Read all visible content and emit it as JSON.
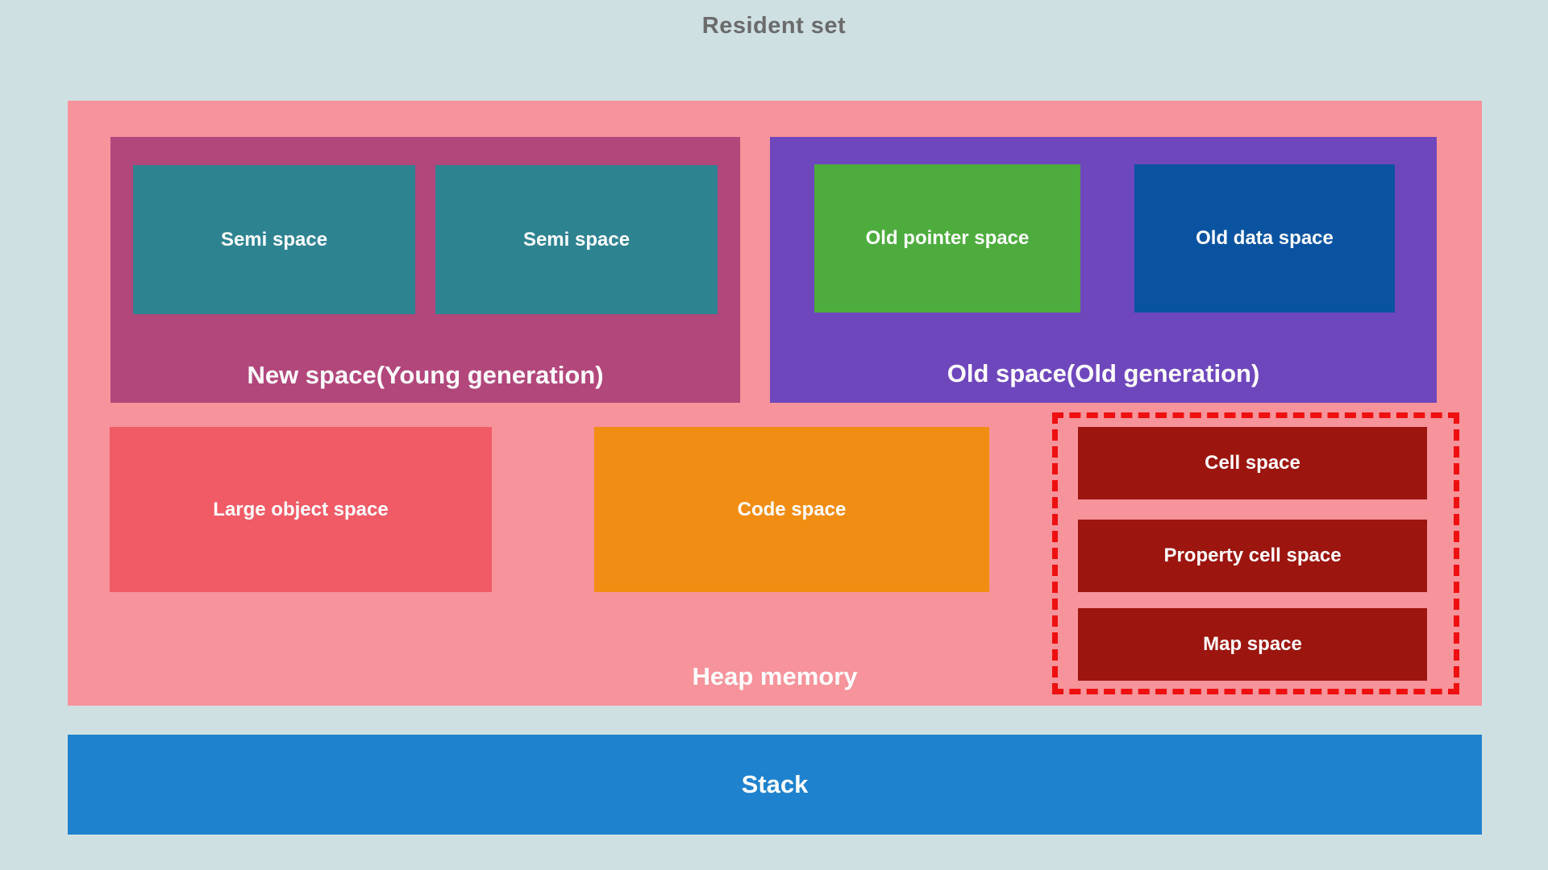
{
  "title": "Resident set",
  "heap": {
    "label": "Heap memory",
    "new_space": {
      "label": "New space(Young generation)",
      "semi_spaces": [
        "Semi space",
        "Semi space"
      ]
    },
    "old_space": {
      "label": "Old space(Old generation)",
      "old_pointer_space": "Old pointer space",
      "old_data_space": "Old data space"
    },
    "large_object_space": "Large object space",
    "code_space": "Code space",
    "cell_group": [
      "Cell space",
      "Property cell space",
      "Map space"
    ]
  },
  "stack": "Stack",
  "colors": {
    "background": "#CFE0E3",
    "title_text": "#6B6B6B",
    "heap": "#F6939B",
    "new_space": "#B2477C",
    "semi_space": "#2E8391",
    "old_space": "#6F47BC",
    "old_pointer_space": "#4EAC3E",
    "old_data_space": "#0A53A0",
    "large_object_space": "#F05B66",
    "code_space": "#F28D13",
    "cell_space": "#9C150F",
    "dashed_border": "#EE1010",
    "stack": "#1E82CE",
    "label_text": "#FFFFFF"
  }
}
